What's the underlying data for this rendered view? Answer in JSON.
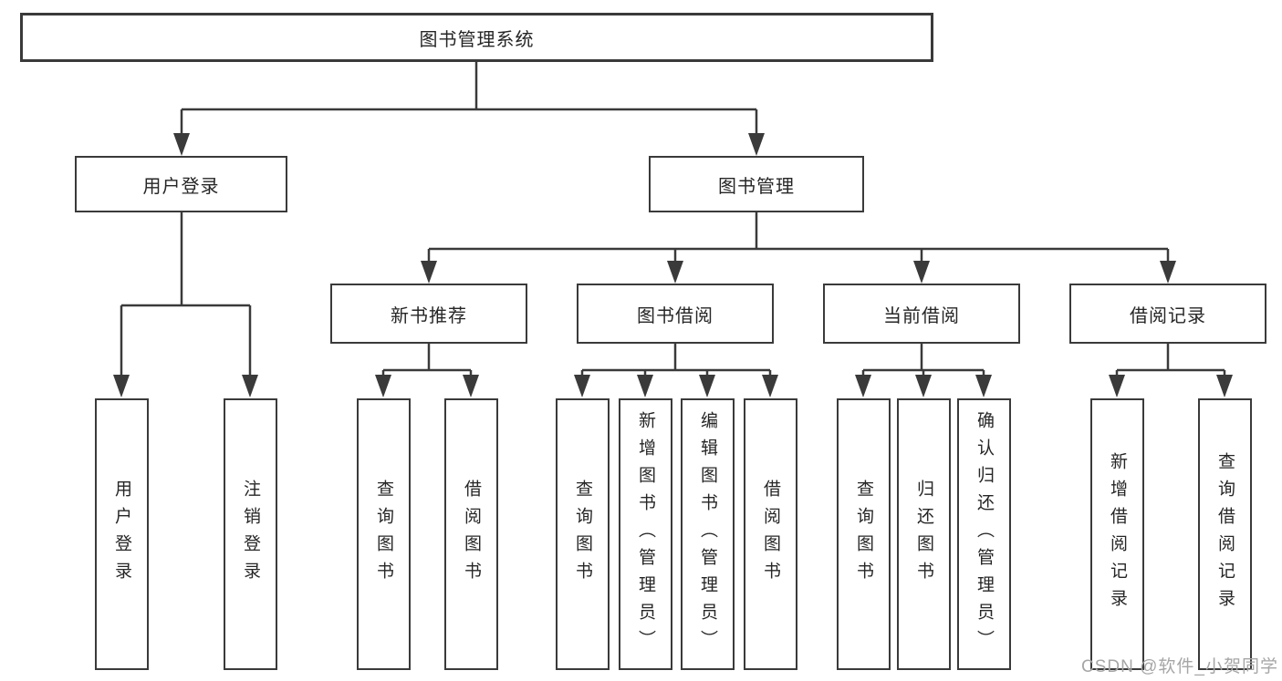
{
  "diagram": {
    "root": "图书管理系统",
    "level2": [
      "用户登录",
      "图书管理"
    ],
    "level3": [
      "新书推荐",
      "图书借阅",
      "当前借阅",
      "借阅记录"
    ],
    "leaves": {
      "user_login": [
        "用户登录",
        "注销登录"
      ],
      "new_book_recommend": [
        "查询图书",
        "借阅图书"
      ],
      "book_borrow": [
        "查询图书",
        "新增图书（管理员）",
        "编辑图书（管理员）",
        "借阅图书"
      ],
      "current_borrow": [
        "查询图书",
        "归还图书",
        "确认归还（管理员）"
      ],
      "borrow_records": [
        "新增借阅记录",
        "查询借阅记录"
      ]
    }
  },
  "watermark": {
    "text": "CSDN @软件_小贺同学"
  },
  "colors": {
    "line": "#3a3a3a",
    "text": "#262626",
    "background": "#ffffff",
    "watermark": "#a6a6a6"
  }
}
